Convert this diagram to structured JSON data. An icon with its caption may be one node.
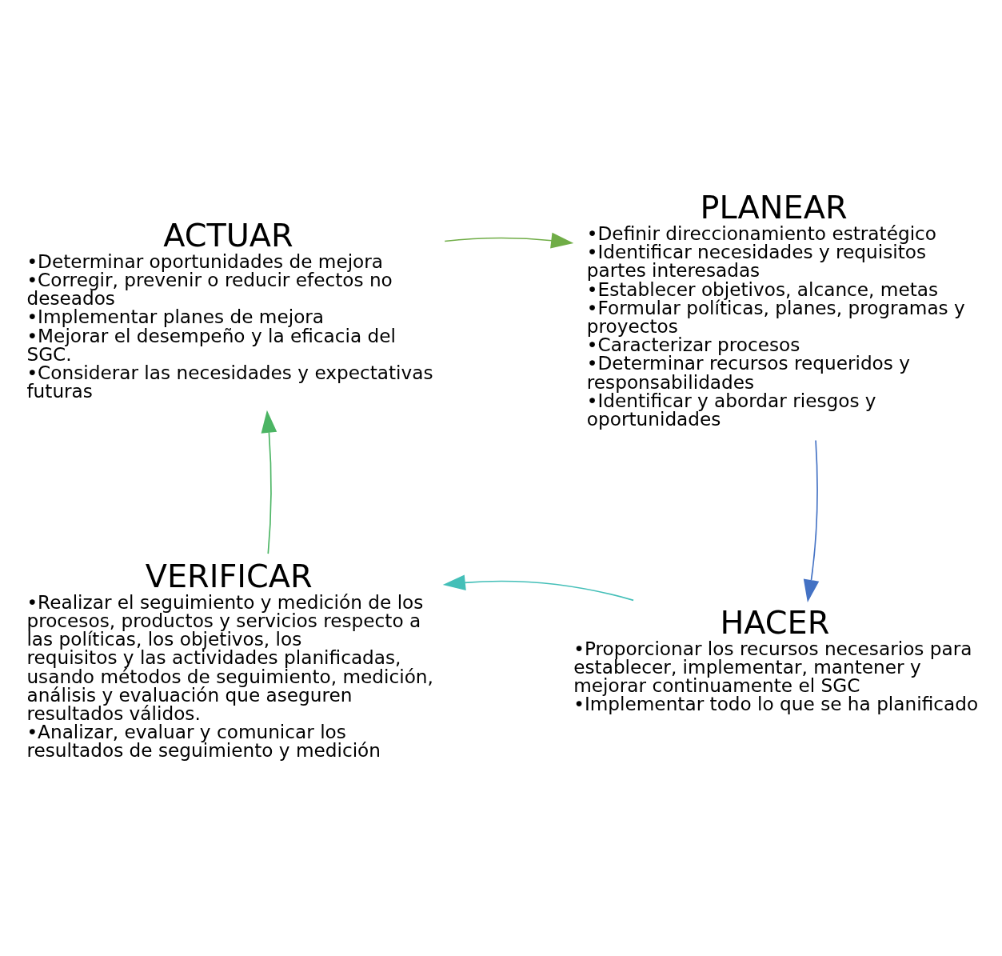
{
  "diagram": {
    "nodes": [
      {
        "text": [
          "ACTUAR",
          "•Determinar oportunidades de mejora",
          "•Corregir, prevenir o reducir efectos no deseados",
          "•Implementar planes de mejora",
          "•Mejorar el desempeño y la eficacia del SGC.",
          "•Considerar las necesidades y expectativas futuras"
        ]
      },
      {
        "text": [
          "PLANEAR",
          "•Definir direccionamiento estratégico",
          "•Identificar necesidades y requisitos partes interesadas",
          "•Establecer objetivos, alcance, metas",
          "•Formular políticas, planes, programas y proyectos",
          "•Caracterizar procesos",
          "•Determinar recursos requeridos y responsabilidades",
          "•Identificar y abordar riesgos y oportunidades"
        ]
      },
      {
        "text": [
          "HACER",
          "•Proporcionar los recursos necesarios para establecer, implementar, mantener y mejorar continuamente el SGC",
          "•Implementar todo lo que se ha planificado"
        ]
      },
      {
        "text": [
          "VERIFICAR",
          "•Realizar el seguimiento y medición de los procesos, productos y servicios respecto a las políticas, los objetivos, los requisitos y las actividades planificadas, usando métodos de seguimiento, medición, análisis y evaluación que aseguren resultados válidos.",
          "•Analizar, evaluar y comunicar los resultados de seguimiento y medición"
        ]
      }
    ],
    "edges": [
      {
        "from": 0,
        "to": 1,
        "arrow": "to",
        "color": "#70ad47"
      },
      {
        "from": 1,
        "to": 2,
        "arrow": "to",
        "color": "#4472c4"
      },
      {
        "from": 2,
        "to": 3,
        "arrow": "to",
        "color": "#44bfb8"
      },
      {
        "from": 3,
        "to": 0,
        "arrow": "to",
        "color": "#4cb564"
      }
    ]
  }
}
